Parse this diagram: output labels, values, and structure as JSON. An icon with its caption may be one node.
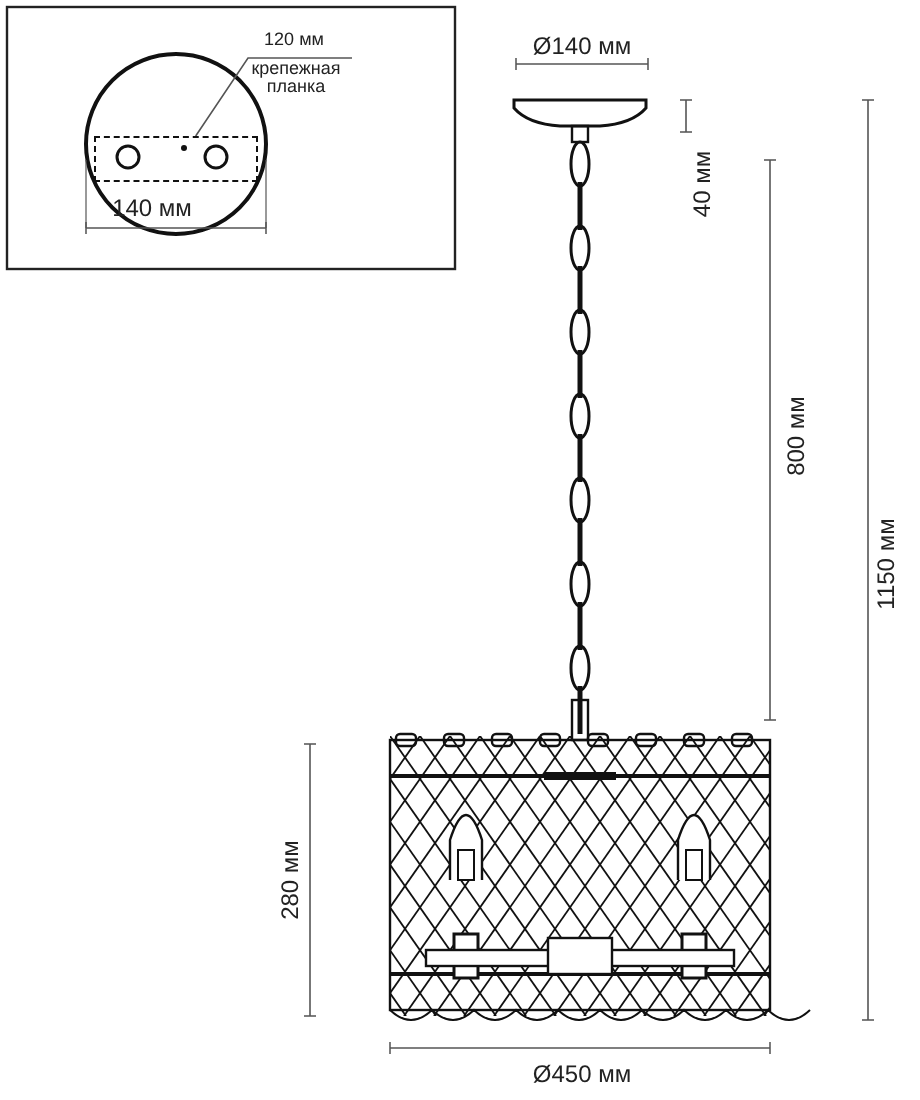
{
  "diagram": {
    "nodes": [
      {
        "text": [
          "крепежная планка"
        ]
      },
      {
        "text": [],
        "shape": "box"
      }
    ],
    "edges": [
      {
        "from": 0,
        "to": 1,
        "arrow": "none"
      }
    ],
    "labels": [
      "120 мм",
      "140 мм",
      "Ø140 мм",
      "40 мм",
      "800 мм",
      "1150 мм",
      "280 мм",
      "Ø450 мм"
    ]
  }
}
